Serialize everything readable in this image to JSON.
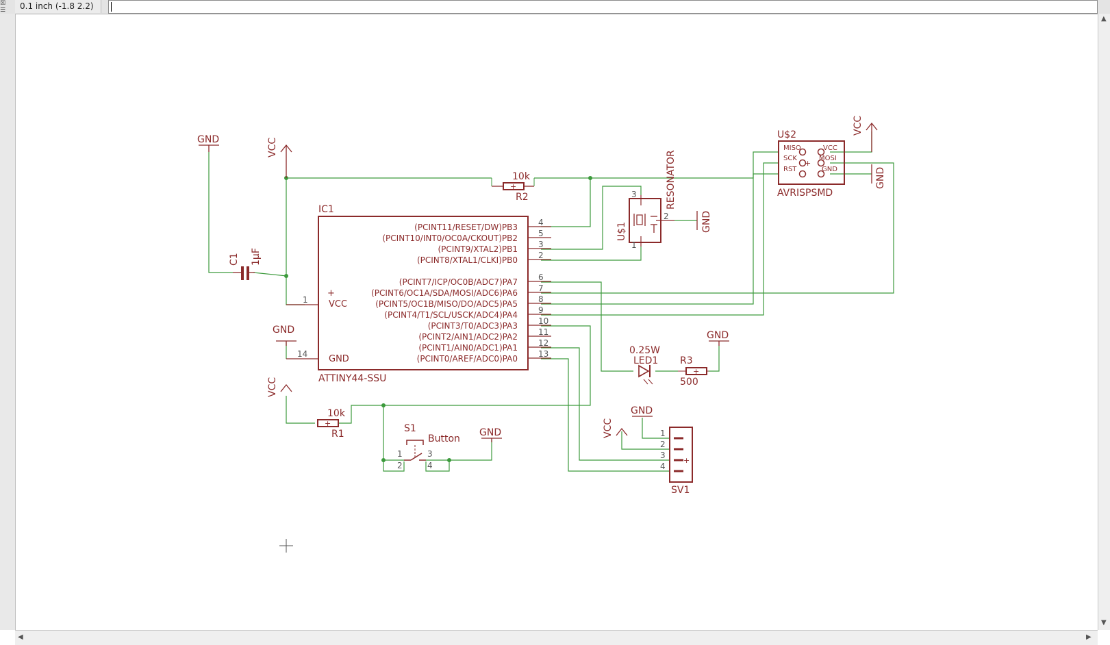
{
  "toolbar": {
    "coordinate_readout": "0.1 inch (-1.8 2.2)",
    "command_value": ""
  },
  "ic1": {
    "name": "IC1",
    "value": "ATTINY44-SSU",
    "vcc": "VCC",
    "gnd": "GND",
    "pins_right": [
      {
        "label": "(PCINT11/RESET/DW)PB3",
        "num": "4"
      },
      {
        "label": "(PCINT10/INT0/OC0A/CKOUT)PB2",
        "num": "5"
      },
      {
        "label": "(PCINT9/XTAL2)PB1",
        "num": "3"
      },
      {
        "label": "(PCINT8/XTAL1/CLKI)PB0",
        "num": "2"
      },
      {
        "label": "(PCINT7/ICP/OC0B/ADC7)PA7",
        "num": "6"
      },
      {
        "label": "(PCINT6/OC1A/SDA/MOSI/ADC6)PA6",
        "num": "7"
      },
      {
        "label": "(PCINT5/OC1B/MISO/DO/ADC5)PA5",
        "num": "8"
      },
      {
        "label": "(PCINT4/T1/SCL/USCK/ADC4)PA4",
        "num": "9"
      },
      {
        "label": "(PCINT3/T0/ADC3)PA3",
        "num": "10"
      },
      {
        "label": "(PCINT2/AIN1/ADC2)PA2",
        "num": "11"
      },
      {
        "label": "(PCINT1/AIN0/ADC1)PA1",
        "num": "12"
      },
      {
        "label": "(PCINT0/AREF/ADC0)PA0",
        "num": "13"
      }
    ],
    "pin_vcc_num": "1",
    "pin_gnd_num": "14"
  },
  "supply": {
    "gnd": "GND",
    "vcc": "VCC"
  },
  "c1": {
    "name": "C1",
    "value": "1µF"
  },
  "r2": {
    "name": "R2",
    "value": "10k"
  },
  "r1": {
    "name": "R1",
    "value": "10k"
  },
  "r3": {
    "name": "R3",
    "value": "500"
  },
  "led1": {
    "name": "LED1",
    "value": "0.25W"
  },
  "u1": {
    "name": "U$1",
    "value": "RESONATOR",
    "p1": "1",
    "p2": "2",
    "p3": "3"
  },
  "u2": {
    "name": "U$2",
    "value": "AVRISPSMD",
    "miso": "MISO",
    "sck": "SCK",
    "rst": "RST",
    "vcc": "VCC",
    "mosi": "MOSI",
    "gnd": "GND"
  },
  "s1": {
    "name": "S1",
    "value": "Button",
    "p1": "1",
    "p2": "2",
    "p3": "3",
    "p4": "4"
  },
  "sv1": {
    "name": "SV1",
    "pins": [
      "1",
      "2",
      "3",
      "4"
    ]
  },
  "colors": {
    "symbol": "#8b2a2a",
    "net": "#3c9a3c",
    "junction": "#3c9a3c"
  }
}
